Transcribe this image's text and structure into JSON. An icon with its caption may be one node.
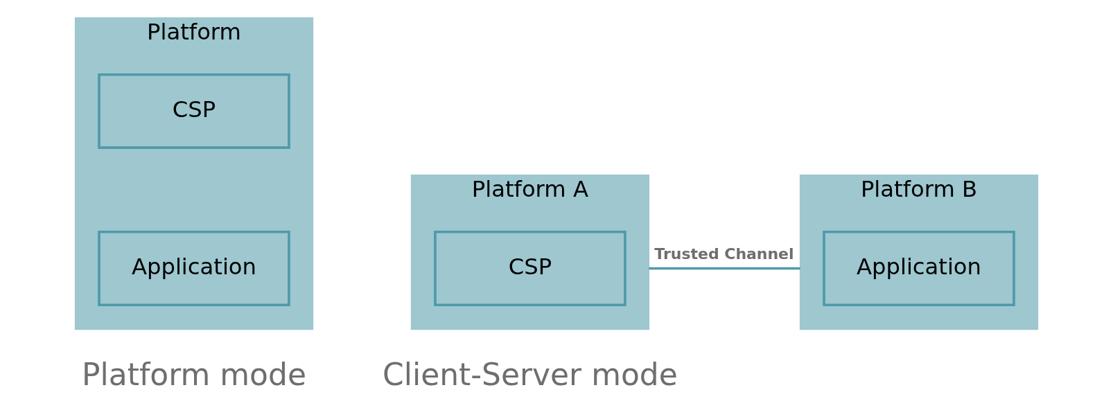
{
  "diagram": {
    "nodes": [
      {
        "text": [
          "Platform"
        ]
      },
      {
        "text": [
          "CSP"
        ],
        "in": 0
      },
      {
        "text": [
          "Application"
        ],
        "in": 0
      },
      {
        "text": [
          "Platform A"
        ]
      },
      {
        "text": [
          "CSP"
        ],
        "in": 3
      },
      {
        "text": [
          "Platform B"
        ]
      },
      {
        "text": [
          "Application"
        ],
        "in": 5
      }
    ],
    "edges": [
      {
        "from": 3,
        "to": 5,
        "arrow": "none",
        "label": "Trusted Channel"
      }
    ],
    "labels": [
      "Platform mode",
      "Client-Server mode"
    ]
  }
}
